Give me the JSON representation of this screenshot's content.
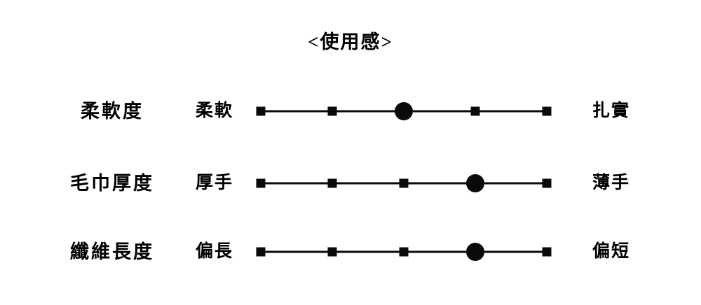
{
  "title": "<使用感>",
  "colors": {
    "ink": "#0a0a0a",
    "background": "#ffffff"
  },
  "chart_data": {
    "type": "rating-scale",
    "title": "<使用感>",
    "scale_points": 5,
    "legend_position": "none",
    "grid": false,
    "rows": [
      {
        "category": "柔軟度",
        "left_label": "柔軟",
        "right_label": "扎實",
        "value": 3
      },
      {
        "category": "毛巾厚度",
        "left_label": "厚手",
        "right_label": "薄手",
        "value": 4
      },
      {
        "category": "纖維長度",
        "left_label": "偏長",
        "right_label": "偏短",
        "value": 4
      }
    ]
  }
}
